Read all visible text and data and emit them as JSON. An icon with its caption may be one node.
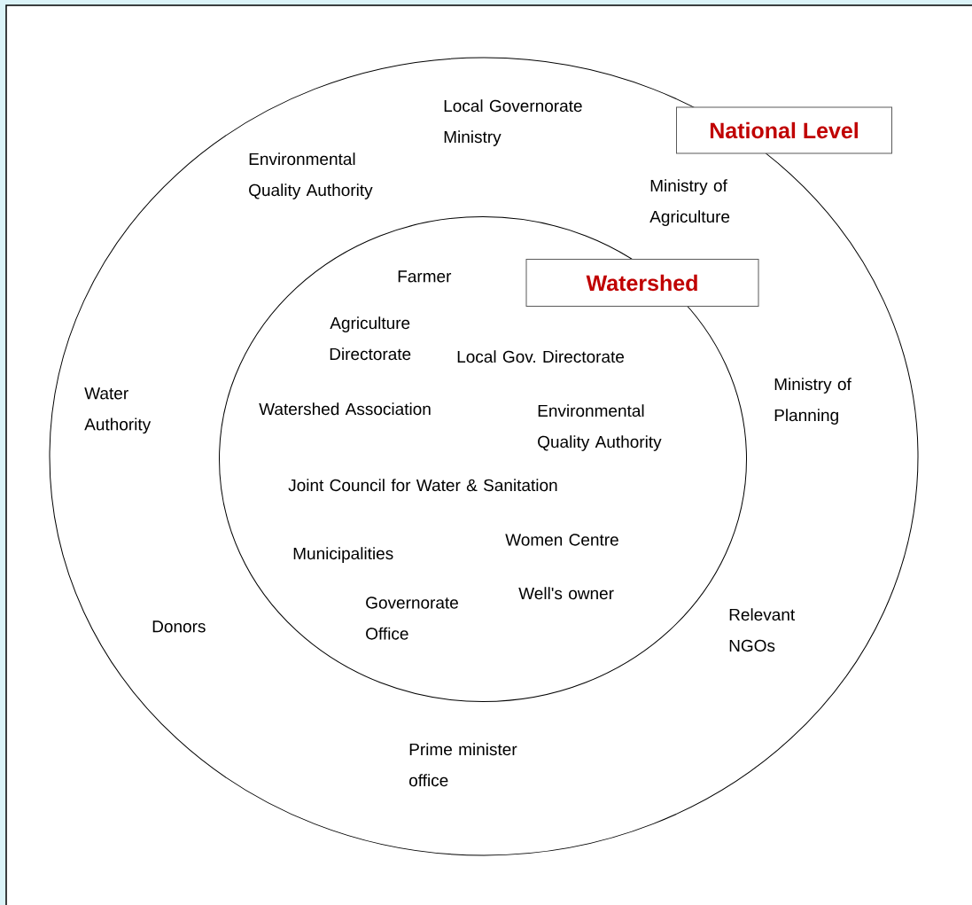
{
  "diagram": {
    "nodes": [
      {
        "text": [
          "National Level",
          "Local Governorate Ministry",
          "Environmental Quality Authority",
          "Ministry of Agriculture",
          "Water Authority",
          "Ministry of Planning",
          "Donors",
          "Relevant NGOs",
          "Prime minister office"
        ]
      },
      {
        "text": [
          "Watershed",
          "Farmer",
          "Agriculture Directorate",
          "Local Gov. Directorate",
          "Watershed Association",
          "Environmental Quality Authority",
          "Joint Council for Water & Sanitation",
          "Women Centre",
          "Municipalities",
          "Well's owner",
          "Governorate Office"
        ],
        "in": 0
      }
    ]
  }
}
